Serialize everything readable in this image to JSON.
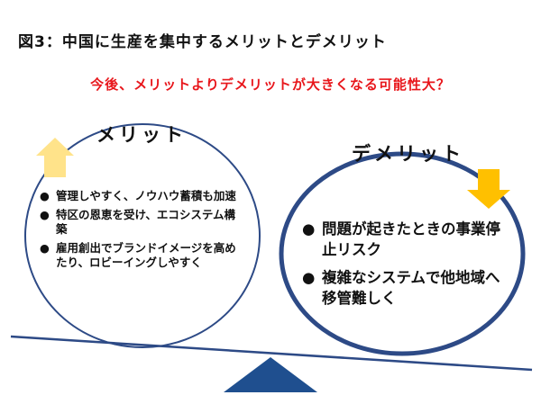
{
  "title": {
    "fig_label": "図3",
    "text": "：中国に生産を集中するメリットとデメリット"
  },
  "subtitle": "今後、メリットよりデメリットが大きくなる可能性大？",
  "colors": {
    "subtitle": "#e8161b",
    "circle_stroke": "#2d4a86",
    "arrow_up": "#ffe38a",
    "arrow_down": "#ffc000",
    "beam": "#2d4a86",
    "fulcrum": "#1f4f8f"
  },
  "merit": {
    "heading": "メリット",
    "bullet": "●",
    "points": [
      "管理しやすく、ノウハウ蓄積も加速",
      "特区の恩恵を受け、エコシステム構築",
      "雇用創出でブランドイメージを高めたり、ロビーイングしやすく"
    ]
  },
  "demerit": {
    "heading": "デメリット",
    "bullet": "●",
    "points": [
      "問題が起きたときの事業停止リスク",
      "複雑なシステムで他地域へ移管難しく"
    ]
  }
}
